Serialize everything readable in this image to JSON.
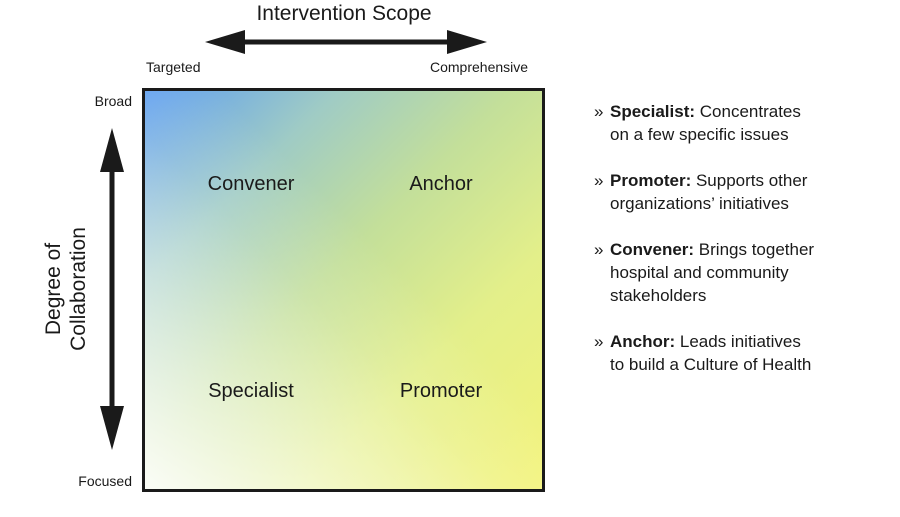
{
  "x_axis": {
    "title": "Intervention Scope",
    "left_label": "Targeted",
    "right_label": "Comprehensive"
  },
  "y_axis": {
    "title_line1": "Degree of",
    "title_line2": "Collaboration",
    "top_label": "Broad",
    "bottom_label": "Focused"
  },
  "quadrants": {
    "top_left": "Convener",
    "top_right": "Anchor",
    "bottom_left": "Specialist",
    "bottom_right": "Promoter"
  },
  "legend": {
    "bullet": "»",
    "items": [
      {
        "term": "Specialist:",
        "line1": " Concentrates",
        "line2": "on a few specific issues",
        "line3": ""
      },
      {
        "term": "Promoter:",
        "line1": " Supports other",
        "line2": "organizations’ initiatives",
        "line3": ""
      },
      {
        "term": "Convener:",
        "line1": " Brings together",
        "line2": "hospital and community",
        "line3": "stakeholders"
      },
      {
        "term": "Anchor:",
        "line1": " Leads initiatives",
        "line2": "to build a Culture of Health",
        "line3": ""
      }
    ]
  },
  "colors": {
    "gradient_top_left": "#5f9ff0",
    "gradient_bottom_right": "#f3f37a",
    "gradient_bottom_left": "#ffffff",
    "border": "#1a1a1a"
  }
}
